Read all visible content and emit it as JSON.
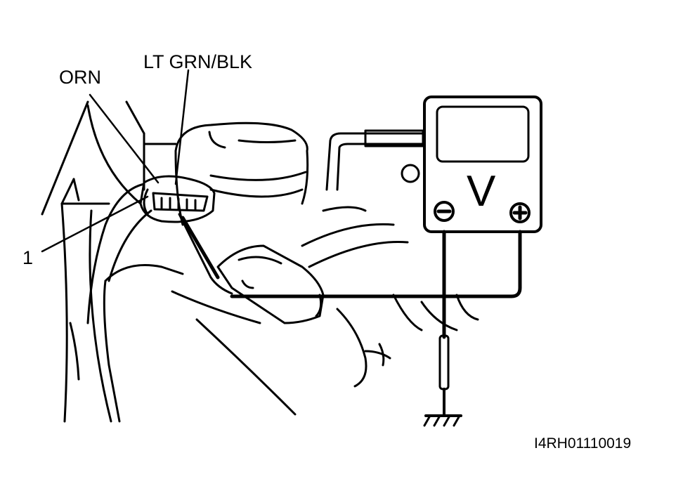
{
  "labels": {
    "orn": "ORN",
    "wire_color": "LT GRN/BLK",
    "part_number": "1",
    "figure_ref": "I4RH01110019"
  },
  "voltmeter": {
    "unit": "V",
    "negative_icon": "minus-circle-icon",
    "positive_icon": "plus-circle-icon"
  },
  "colors": {
    "ink": "#000000",
    "paper": "#ffffff"
  }
}
